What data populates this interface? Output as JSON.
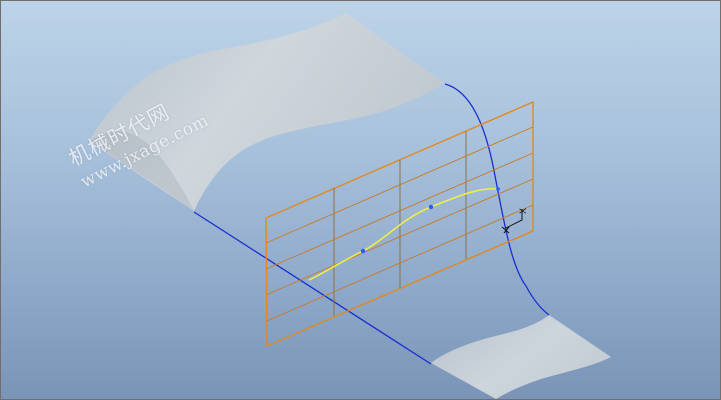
{
  "watermark": {
    "title": "机械时代网",
    "url": "www.jxage.com"
  },
  "view": {
    "plane_label": "X"
  },
  "colors": {
    "background_top": "#bcd3e8",
    "background_bottom": "#7a94b7",
    "surface": "#c5ccd2",
    "datum_plane": "#e08a1e",
    "grid": "#8a6a3a",
    "trajectory_curve": "#1a2fd0",
    "spline_curve": "#f0f040",
    "spline_point": "#2060ff"
  }
}
